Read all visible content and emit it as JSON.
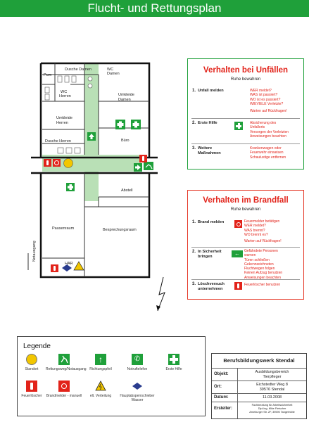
{
  "title": "Flucht- und Rettungsplan",
  "rooms": {
    "dusche_damen": "Dusche Damen",
    "wc_damen_1": "WC",
    "wc_damen_2": "Damen",
    "umkleide_damen_1": "Umkleide",
    "umkleide_damen_2": "Damen",
    "pum": "Pum",
    "wc_herren_1": "WC",
    "wc_herren_2": "Herren",
    "umkleide_herren_1": "Umkleide",
    "umkleide_herren_2": "Herren",
    "dusche_herren": "Dusche Herren",
    "buero": "Büro",
    "abstell": "Abstell",
    "pausenraum": "Pausenraum",
    "besprechungsraum": "Besprechungsraum",
    "har": "HAR",
    "notausgang": "Notausgang"
  },
  "unfall": {
    "title": "Verhalten bei Unfällen",
    "subtitle": "Ruhe bewahren",
    "steps": [
      {
        "num": "1.",
        "label": "Unfall melden",
        "text": [
          "WER meldet?",
          "WAS ist passiert?",
          "WO ist es passiert?",
          "WIEVIELE Verletzte?",
          "",
          "Warten auf Rückfragen!"
        ]
      },
      {
        "num": "2.",
        "label": "Erste Hilfe",
        "text": [
          "Absicherung des",
          "Unfallorts",
          "Versorgen der Verletzten",
          "Anweisungen beachten"
        ]
      },
      {
        "num": "3.",
        "label": "Weitere Maßnahmen",
        "text": [
          "Krankenwagen oder",
          "Feuerwehr einweisen",
          "Schaulustige entfernen"
        ]
      }
    ]
  },
  "brand": {
    "title": "Verhalten im Brandfall",
    "subtitle": "Ruhe bewahren",
    "steps": [
      {
        "num": "1.",
        "label": "Brand melden",
        "text": [
          "Feuermelder betätigen",
          "WER meldet?",
          "WAS brennt?",
          "WO brennt es?",
          "",
          "Warten auf Rückfragen!"
        ]
      },
      {
        "num": "2.",
        "label": "In Sicherheit bringen",
        "text": [
          "Gefährdete Personen",
          "warnen",
          "Türen schließen",
          "Gekennzeichneten",
          "Fluchtwegen folgen",
          "Keinen Aufzug benutzen",
          "Anweisungen beachten"
        ]
      },
      {
        "num": "3.",
        "label": "Löschversuch unternehmen",
        "text": [
          "Feuerlöscher benutzen"
        ]
      }
    ]
  },
  "legend": {
    "title": "Legende",
    "items": [
      {
        "label": "Standort",
        "icon": "standort-icon"
      },
      {
        "label": "Rettungsweg/Notausgang",
        "icon": "notausgang-icon"
      },
      {
        "label": "Richtungspfeil",
        "icon": "richtungspfeil-icon"
      },
      {
        "label": "Notruftelefon",
        "icon": "notruftelefon-icon"
      },
      {
        "label": "Erste Hilfe",
        "icon": "erste-hilfe-icon"
      },
      {
        "label": "Feuerlöscher",
        "icon": "feuerloescher-icon"
      },
      {
        "label": "Brandmelder - manuell",
        "icon": "brandmelder-icon"
      },
      {
        "label": "elt. Verteilung",
        "icon": "elt-verteilung-icon"
      },
      {
        "label": "Hauptabsperrschieber Wasser",
        "icon": "absperrschieber-icon"
      }
    ]
  },
  "info": {
    "company": "Berufsbildungswerk Stendal",
    "objekt_key": "Objekt:",
    "objekt_val": [
      "Ausbildungsbereich",
      "Tierpfleger"
    ],
    "ort_key": "Ort:",
    "ort_val": [
      "Eichstedter Weg 8",
      "39576 Stendal"
    ],
    "datum_key": "Datum:",
    "datum_val": "11.03.2008",
    "ersteller_key": "Ersteller:",
    "ersteller_val": [
      "Fachberatung für Arbeitssicherheit",
      "Dipl.Ing. Mike Fleischer",
      "Arneburger Str. 2F, 39590 Tangerhütte"
    ]
  },
  "colors": {
    "green": "#1fa03a",
    "red": "#e2231a",
    "corridor": "#b9e0b6"
  }
}
